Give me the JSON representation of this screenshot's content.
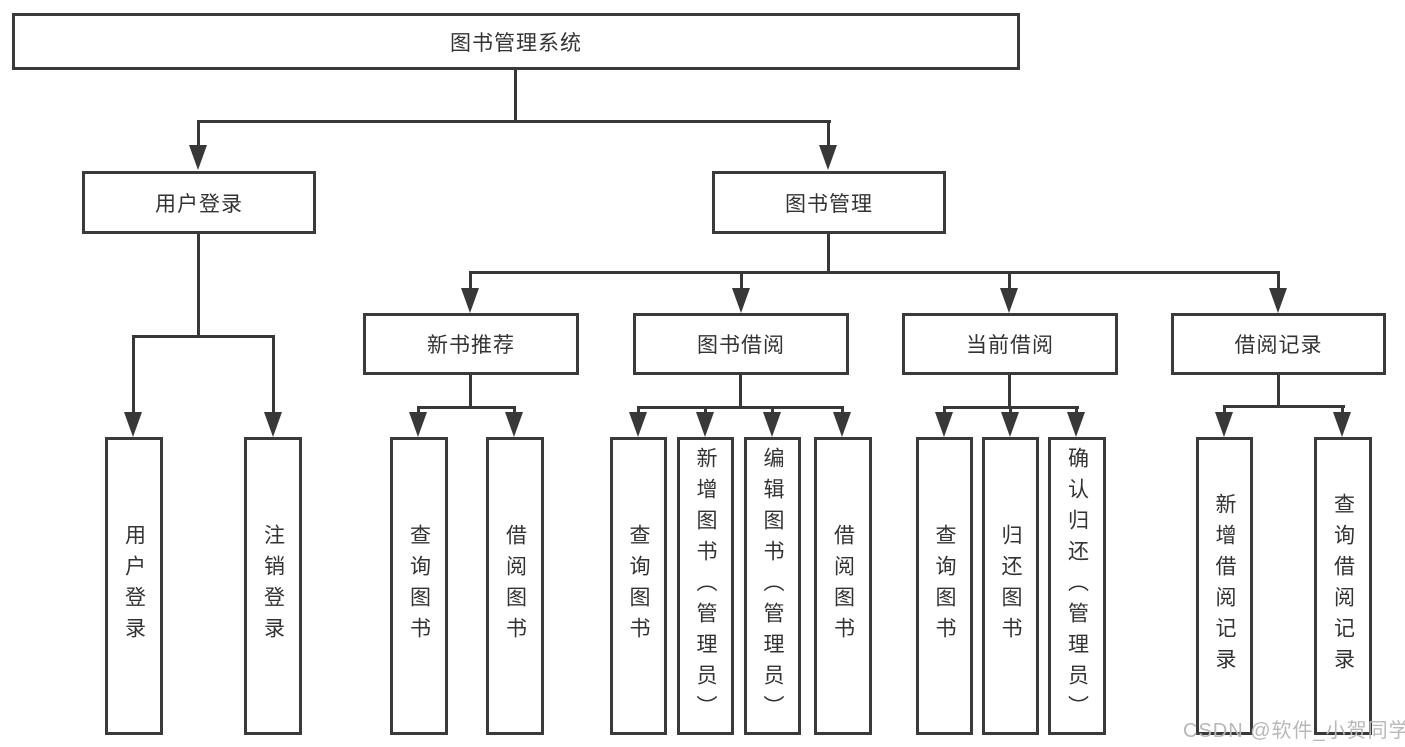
{
  "diagram": {
    "root": "图书管理系统",
    "level2": [
      "用户登录",
      "图书管理"
    ],
    "level3": [
      "新书推荐",
      "图书借阅",
      "当前借阅",
      "借阅记录"
    ],
    "leaves_login": [
      "用户登录",
      "注销登录"
    ],
    "leaves_recommend": [
      "查询图书",
      "借阅图书"
    ],
    "leaves_borrow": [
      "查询图书",
      "新增图书（管理员）",
      "编辑图书（管理员）",
      "借阅图书"
    ],
    "leaves_current": [
      "查询图书",
      "归还图书",
      "确认归还（管理员）"
    ],
    "leaves_records": [
      "新增借阅记录",
      "查询借阅记录"
    ],
    "watermark": "CSDN @软件_小贺同学",
    "colors": {
      "line": "#383838",
      "text": "#333333",
      "watermark": "#b8b8b8",
      "background": "#ffffff"
    }
  }
}
